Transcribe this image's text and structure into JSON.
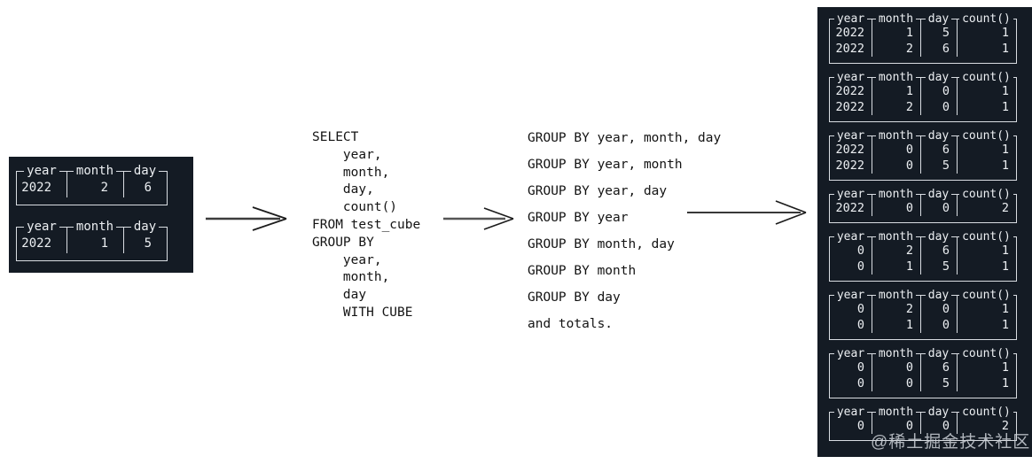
{
  "palette": {
    "page_bg": "#ffffff",
    "panel_bg": "#141b24",
    "panel_text": "#eceff2",
    "panel_border": "#d9dde2",
    "code_text": "#131313",
    "arrow": "#1c1c1c",
    "watermark_text": "#ccd1d7"
  },
  "source_panel": {
    "headers": [
      "year",
      "month",
      "day"
    ],
    "tables": [
      {
        "rows": [
          [
            "2022",
            "2",
            "6"
          ]
        ]
      },
      {
        "rows": [
          [
            "2022",
            "1",
            "5"
          ]
        ]
      }
    ]
  },
  "sql": {
    "text": "SELECT\n    year,\n    month,\n    day,\n    count()\nFROM test_cube\nGROUP BY\n    year,\n    month,\n    day\n    WITH CUBE"
  },
  "groupings": {
    "lines": [
      "GROUP BY year, month, day",
      "GROUP BY year, month",
      "GROUP BY year, day",
      "GROUP BY year",
      "GROUP BY month, day",
      "GROUP BY month",
      "GROUP BY day",
      "and totals."
    ]
  },
  "result_panel": {
    "headers": [
      "year",
      "month",
      "day",
      "count()"
    ],
    "tables": [
      {
        "rows": [
          [
            "2022",
            "1",
            "5",
            "1"
          ],
          [
            "2022",
            "2",
            "6",
            "1"
          ]
        ]
      },
      {
        "rows": [
          [
            "2022",
            "1",
            "0",
            "1"
          ],
          [
            "2022",
            "2",
            "0",
            "1"
          ]
        ]
      },
      {
        "rows": [
          [
            "2022",
            "0",
            "6",
            "1"
          ],
          [
            "2022",
            "0",
            "5",
            "1"
          ]
        ]
      },
      {
        "rows": [
          [
            "2022",
            "0",
            "0",
            "2"
          ]
        ]
      },
      {
        "rows": [
          [
            "0",
            "2",
            "6",
            "1"
          ],
          [
            "0",
            "1",
            "5",
            "1"
          ]
        ]
      },
      {
        "rows": [
          [
            "0",
            "2",
            "0",
            "1"
          ],
          [
            "0",
            "1",
            "0",
            "1"
          ]
        ]
      },
      {
        "rows": [
          [
            "0",
            "0",
            "6",
            "1"
          ],
          [
            "0",
            "0",
            "5",
            "1"
          ]
        ]
      },
      {
        "rows": [
          [
            "0",
            "0",
            "0",
            "2"
          ]
        ]
      }
    ]
  },
  "watermark": {
    "text": "@稀土掘金技术社区"
  }
}
